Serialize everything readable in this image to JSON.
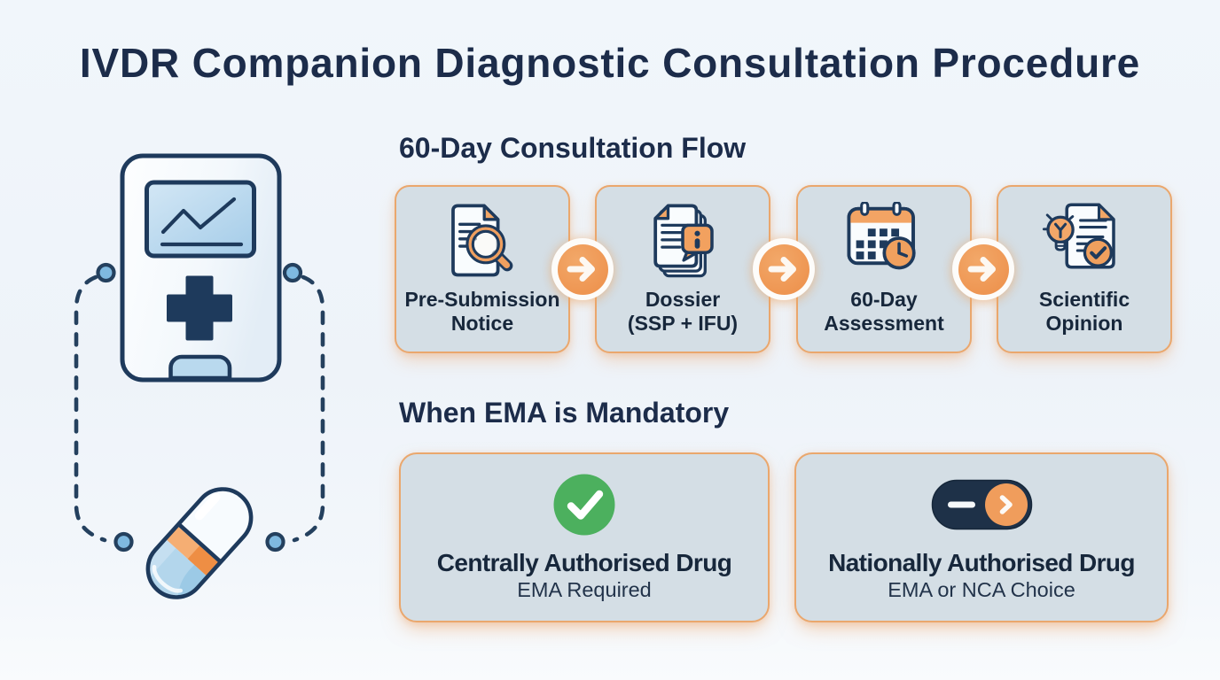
{
  "page": {
    "title": "IVDR Companion Diagnostic Consultation Procedure"
  },
  "illustration": {
    "device_icon": "diagnostic-device-icon",
    "pill_icon": "pill-capsule-icon",
    "connector_icon": "dashed-loop-connector"
  },
  "flow": {
    "heading": "60-Day Consultation Flow",
    "connector_icon": "arrow-right-icon",
    "steps": [
      {
        "icon": "document-search-icon",
        "lines": [
          "Pre-Submission",
          "Notice"
        ]
      },
      {
        "icon": "dossier-info-icon",
        "lines": [
          "Dossier",
          "(SSP + IFU)"
        ]
      },
      {
        "icon": "calendar-clock-icon",
        "lines": [
          "60-Day",
          "Assessment"
        ]
      },
      {
        "icon": "opinion-check-icon",
        "lines": [
          "Scientific",
          "Opinion"
        ]
      }
    ]
  },
  "mandatory": {
    "heading": "When EMA is Mandatory",
    "cards": [
      {
        "icon": "check-circle-icon",
        "title": "Centrally Authorised Drug",
        "subtitle": "EMA Required"
      },
      {
        "icon": "toggle-icon",
        "title": "Nationally Authorised Drug",
        "subtitle": "EMA or NCA Choice"
      }
    ]
  },
  "colors": {
    "navy": "#1e3a5c",
    "text_navy": "#17273b",
    "orange": "#f09a58",
    "card_border": "#eaa76d",
    "card_bg": "#d4dee5",
    "green": "#4cb05e",
    "light_blue": "#a9cfe9",
    "page_bg": "#eef3f9"
  }
}
